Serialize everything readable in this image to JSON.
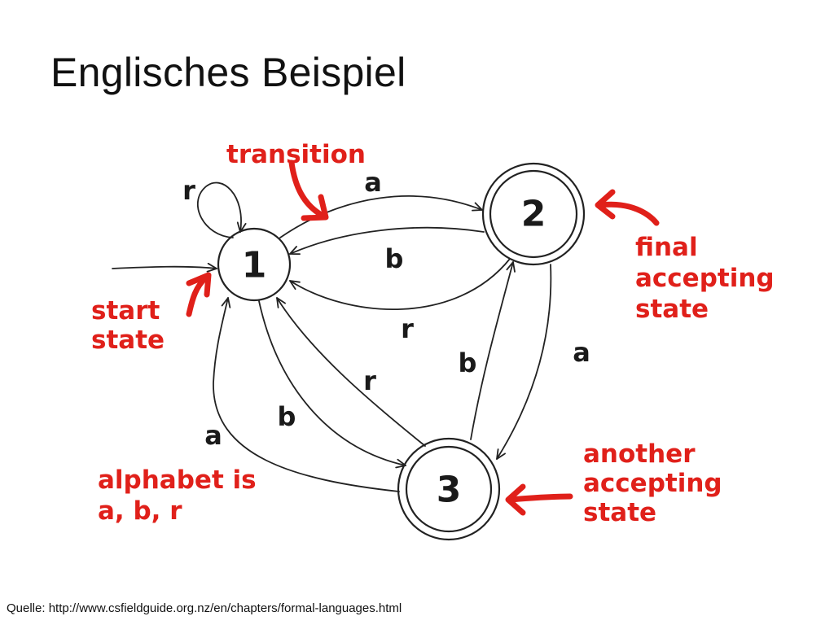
{
  "slide": {
    "title": "Englisches Beispiel",
    "source": "Quelle: http://www.csfieldguide.org.nz/en/chapters/formal-languages.html"
  },
  "diagram": {
    "states": [
      {
        "id": "1",
        "label": "1",
        "accepting": false,
        "start": true
      },
      {
        "id": "2",
        "label": "2",
        "accepting": true,
        "start": false
      },
      {
        "id": "3",
        "label": "3",
        "accepting": true,
        "start": false
      }
    ],
    "transitions": [
      {
        "from": "1",
        "to": "1",
        "label": "r"
      },
      {
        "from": "1",
        "to": "2",
        "label": "a"
      },
      {
        "from": "2",
        "to": "1",
        "label": "b"
      },
      {
        "from": "2",
        "to": "1",
        "label": "r"
      },
      {
        "from": "1",
        "to": "3",
        "label": "b"
      },
      {
        "from": "3",
        "to": "1",
        "label": "r"
      },
      {
        "from": "3",
        "to": "1",
        "label": "a"
      },
      {
        "from": "3",
        "to": "2",
        "label": "b"
      },
      {
        "from": "2",
        "to": "3",
        "label": "a"
      }
    ],
    "annotations": {
      "transition": "transition",
      "final_line1": "final",
      "final_line2": "accepting",
      "final_line3": "state",
      "start_line1": "start",
      "start_line2": "state",
      "alphabet_line1": "alphabet is",
      "alphabet_line2": "a, b, r",
      "another_line1": "another",
      "another_line2": "accepting",
      "another_line3": "state"
    },
    "colors": {
      "annotation": "#e0201a",
      "ink": "#222222"
    }
  }
}
